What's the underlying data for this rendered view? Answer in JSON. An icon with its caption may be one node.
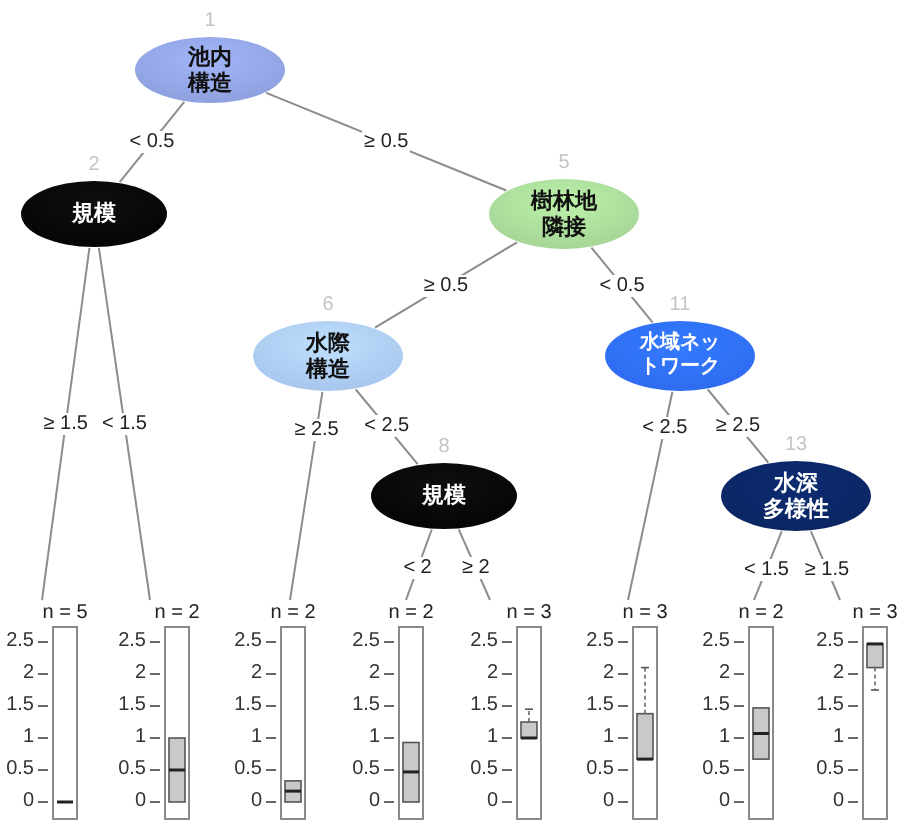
{
  "diagram": {
    "nodes": [
      {
        "text": [
          "池内構造"
        ],
        "beside": [
          "1"
        ]
      },
      {
        "text": [
          "規模"
        ],
        "beside": [
          "2"
        ]
      },
      {
        "text": [
          "樹林地隣接"
        ],
        "beside": [
          "5"
        ]
      },
      {
        "text": [
          "水際構造"
        ],
        "beside": [
          "6"
        ]
      },
      {
        "text": [
          "水域ネットワーク"
        ],
        "beside": [
          "11"
        ]
      },
      {
        "text": [
          "規模"
        ],
        "beside": [
          "8"
        ]
      },
      {
        "text": [
          "水深多様性"
        ],
        "beside": [
          "13"
        ]
      },
      {
        "text": [
          "n = 5"
        ],
        "beside": [
          "2.5",
          "2",
          "1.5",
          "1",
          "0.5",
          "0"
        ]
      },
      {
        "text": [
          "n = 2"
        ],
        "beside": [
          "2.5",
          "2",
          "1.5",
          "1",
          "0.5",
          "0"
        ]
      },
      {
        "text": [
          "n = 2"
        ],
        "beside": [
          "2.5",
          "2",
          "1.5",
          "1",
          "0.5",
          "0"
        ]
      },
      {
        "text": [
          "n = 2"
        ],
        "beside": [
          "2.5",
          "2",
          "1.5",
          "1",
          "0.5",
          "0"
        ]
      },
      {
        "text": [
          "n = 3"
        ],
        "beside": [
          "2.5",
          "2",
          "1.5",
          "1",
          "0.5",
          "0"
        ]
      },
      {
        "text": [
          "n = 3"
        ],
        "beside": [
          "2.5",
          "2",
          "1.5",
          "1",
          "0.5",
          "0"
        ]
      },
      {
        "text": [
          "n = 2"
        ],
        "beside": [
          "2.5",
          "2",
          "1.5",
          "1",
          "0.5",
          "0"
        ]
      },
      {
        "text": [
          "n = 3"
        ],
        "beside": [
          "2.5",
          "2",
          "1.5",
          "1",
          "0.5",
          "0"
        ]
      }
    ],
    "edges": [
      {
        "from": 0,
        "to": 1,
        "arrow": "none",
        "label": "< 0.5"
      },
      {
        "from": 0,
        "to": 2,
        "arrow": "none",
        "label": "≥ 0.5"
      },
      {
        "from": 1,
        "to": 7,
        "arrow": "none",
        "label": "≥ 1.5"
      },
      {
        "from": 1,
        "to": 8,
        "arrow": "none",
        "label": "< 1.5"
      },
      {
        "from": 2,
        "to": 3,
        "arrow": "none",
        "label": "≥ 0.5"
      },
      {
        "from": 2,
        "to": 4,
        "arrow": "none",
        "label": "< 0.5"
      },
      {
        "from": 3,
        "to": 9,
        "arrow": "none",
        "label": "≥ 2.5"
      },
      {
        "from": 3,
        "to": 5,
        "arrow": "none",
        "label": "< 2.5"
      },
      {
        "from": 4,
        "to": 12,
        "arrow": "none",
        "label": "< 2.5"
      },
      {
        "from": 4,
        "to": 6,
        "arrow": "none",
        "label": "≥ 2.5"
      },
      {
        "from": 5,
        "to": 10,
        "arrow": "none",
        "label": "< 2"
      },
      {
        "from": 5,
        "to": 11,
        "arrow": "none",
        "label": "≥ 2"
      },
      {
        "from": 6,
        "to": 13,
        "arrow": "none",
        "label": "< 1.5"
      },
      {
        "from": 6,
        "to": 14,
        "arrow": "none",
        "label": "≥ 1.5"
      }
    ]
  }
}
